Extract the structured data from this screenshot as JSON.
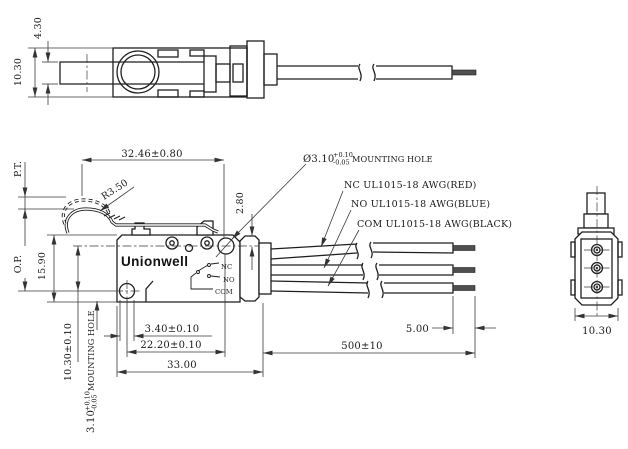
{
  "drawing": {
    "brand": "Unionwell",
    "views": {
      "top": {
        "lever_thickness": "4.30",
        "body_width": "10.30"
      },
      "front": {
        "lever_length": "32.46±0.80",
        "lever_radius": "R3.50",
        "pretravel": "P.T.",
        "operating_position": "O.P.",
        "body_height": "15.90",
        "hole_center_from_top": "2.80",
        "hole_vertical_spacing": "10.30±0.10",
        "hole_edge_offset": "3.40±0.10",
        "hole_horizontal_spacing": "22.20±0.10",
        "body_length": "33.00",
        "wire_length": "500±10",
        "wire_strip_length": "5.00",
        "hole_note_top": {
          "value": "Ø3.10",
          "tol_plus": "+0.10",
          "tol_minus": "-0.05",
          "label": "MOUNTING HOLE"
        },
        "hole_note_left": {
          "value": "3.10",
          "tol_plus": "+0.10",
          "tol_minus": "-0.05",
          "label": "MOUNTING HOLE"
        },
        "wires": {
          "nc": "NC UL1015-18 AWG(RED)",
          "no": "NO UL1015-18 AWG(BLUE)",
          "com": "COM UL1015-18 AWG(BLACK)"
        },
        "circuit": {
          "nc": "NC",
          "no": "NO",
          "com": "COM"
        }
      },
      "side": {
        "body_width": "10.30"
      }
    }
  }
}
